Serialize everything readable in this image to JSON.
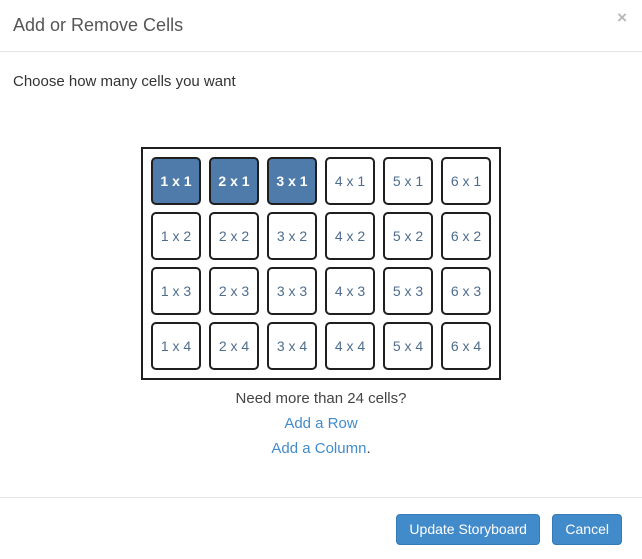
{
  "header": {
    "title": "Add or Remove Cells",
    "close_glyph": "×"
  },
  "body": {
    "prompt": "Choose how many cells you want"
  },
  "grid": {
    "columns": 6,
    "rows": 4,
    "selected_indices": [
      0,
      1,
      2
    ],
    "cells": [
      "1 x 1",
      "2 x 1",
      "3 x 1",
      "4 x 1",
      "5 x 1",
      "6 x 1",
      "1 x 2",
      "2 x 2",
      "3 x 2",
      "4 x 2",
      "5 x 2",
      "6 x 2",
      "1 x 3",
      "2 x 3",
      "3 x 3",
      "4 x 3",
      "5 x 3",
      "6 x 3",
      "1 x 4",
      "2 x 4",
      "3 x 4",
      "4 x 4",
      "5 x 4",
      "6 x 4"
    ]
  },
  "help": {
    "question": "Need more than 24 cells?",
    "add_row": "Add a Row",
    "add_column": "Add a Column",
    "period": "."
  },
  "footer": {
    "update_label": "Update Storyboard",
    "cancel_label": "Cancel"
  },
  "colors": {
    "selected_cell_bg": "#4f7baa",
    "cell_text": "#4e6d8d",
    "button_bg": "#428bca",
    "link": "#428bca"
  }
}
